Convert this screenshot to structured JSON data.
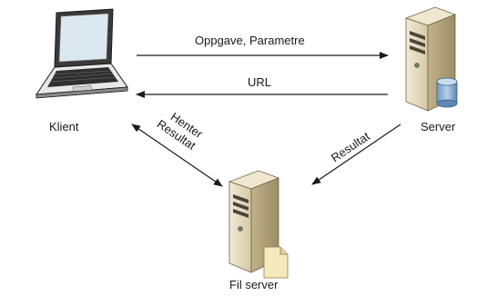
{
  "nodes": {
    "client": {
      "label": "Klient",
      "icon": "laptop-icon"
    },
    "server": {
      "label": "Server",
      "icon": "database-server-icon"
    },
    "file_server": {
      "label": "Fil server",
      "icon": "file-server-icon"
    }
  },
  "edges": {
    "task_params": {
      "label": "Oppgave, Parametre"
    },
    "url": {
      "label": "URL"
    },
    "fetch_result_line1": {
      "label": "Henter"
    },
    "fetch_result_line2": {
      "label": "Resultat"
    },
    "result": {
      "label": "Resultat"
    }
  },
  "colors": {
    "server_body": "#e6dcc3",
    "server_shade": "#b7a77f",
    "screen": "#d9e6ef",
    "database": "#8fb4d9",
    "file": "#f3e6b5"
  }
}
